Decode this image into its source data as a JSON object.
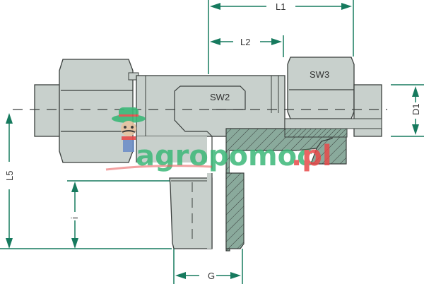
{
  "diagram": {
    "type": "technical-drawing",
    "subject": "tee fitting with swivel nut and threaded stud end",
    "colors": {
      "body_fill": "#c8d0cc",
      "outline": "#3a3f3d",
      "section_fill": "#8aaa9c",
      "dimension_line": "#167a5e",
      "label_text": "#333333",
      "background": "#ffffff"
    },
    "part_labels": {
      "sw2": "SW2",
      "sw3": "SW3"
    },
    "dimensions": {
      "l1": "L1",
      "l2": "L2",
      "d1": "D1",
      "l5": "L5",
      "i": "i",
      "g": "G"
    }
  },
  "watermark": {
    "text_main": "agropomoc",
    "text_suffix": ".pl",
    "main_color": "#3cb878",
    "suffix_color": "#e84a4a"
  }
}
